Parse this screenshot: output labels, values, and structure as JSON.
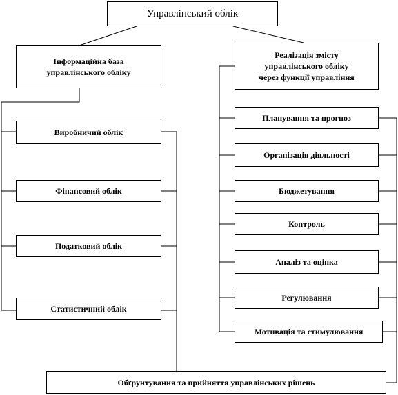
{
  "root": {
    "label": "Управлінський облік"
  },
  "left_branch": {
    "header": "Інформаційна база\nуправлінського обліку",
    "items": [
      "Виробничий облік",
      "Фінансовий облік",
      "Податковий облік",
      "Статистичний облік"
    ]
  },
  "right_branch": {
    "header": "Реалізація змісту\nуправлінського обліку\nчерез функції управління",
    "items": [
      "Планування та прогноз",
      "Організація діяльності",
      "Бюджетування",
      "Контроль",
      "Аналіз та оцінка",
      "Регулювання",
      "Мотивація та стимулювання"
    ]
  },
  "bottom": {
    "label": "Обґрунтування та прийняття управлінських рішень"
  }
}
